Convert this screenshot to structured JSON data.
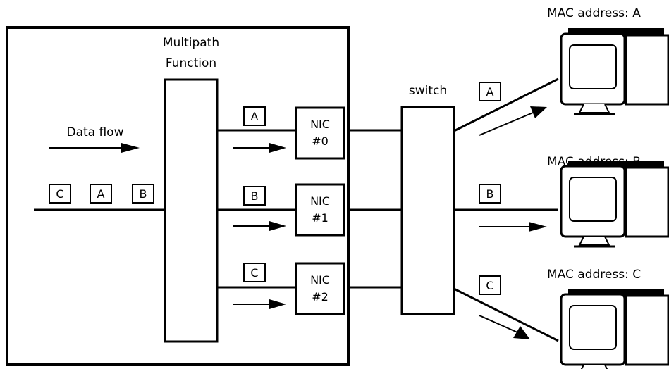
{
  "multipath": {
    "line1": "Multipath",
    "line2": "Function"
  },
  "data_flow": "Data flow",
  "input_packets": [
    "C",
    "A",
    "B"
  ],
  "nics": [
    {
      "line1": "NIC",
      "line2": "#0",
      "packet": "A"
    },
    {
      "line1": "NIC",
      "line2": "#1",
      "packet": "B"
    },
    {
      "line1": "NIC",
      "line2": "#2",
      "packet": "C"
    }
  ],
  "switch": "switch",
  "hosts": [
    {
      "mac": "MAC address: A",
      "packet": "A"
    },
    {
      "mac": "MAC address: B",
      "packet": "B"
    },
    {
      "mac": "MAC address: C",
      "packet": "C"
    }
  ]
}
